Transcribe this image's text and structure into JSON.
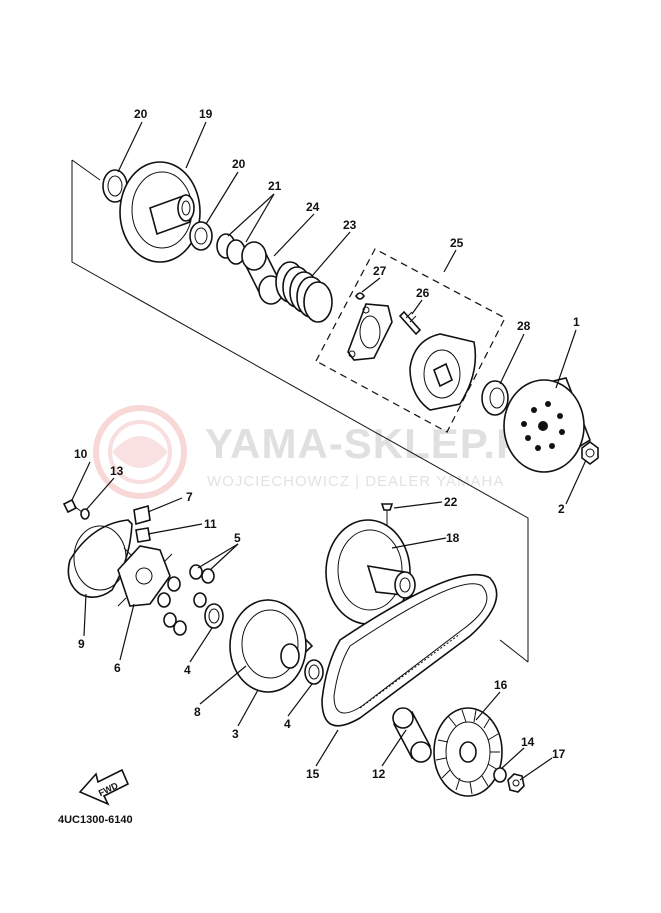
{
  "watermark": {
    "title": "YAMA-SKLEP.PL",
    "subtitle": "WOJCIECHOWICZ | DEALER YAMAHA"
  },
  "diagram_code": "4UC1300-6140",
  "fwd_label": "FWD",
  "callouts": {
    "c1": "1",
    "c2": "2",
    "c3": "3",
    "c4a": "4",
    "c4b": "4",
    "c5": "5",
    "c6": "6",
    "c7": "7",
    "c8": "8",
    "c9": "9",
    "c10": "10",
    "c11": "11",
    "c12": "12",
    "c13": "13",
    "c14": "14",
    "c15": "15",
    "c16": "16",
    "c17": "17",
    "c18": "18",
    "c19": "19",
    "c20a": "20",
    "c20b": "20",
    "c21": "21",
    "c22": "22",
    "c23": "23",
    "c24": "24",
    "c25": "25",
    "c26": "26",
    "c27": "27",
    "c28": "28"
  }
}
